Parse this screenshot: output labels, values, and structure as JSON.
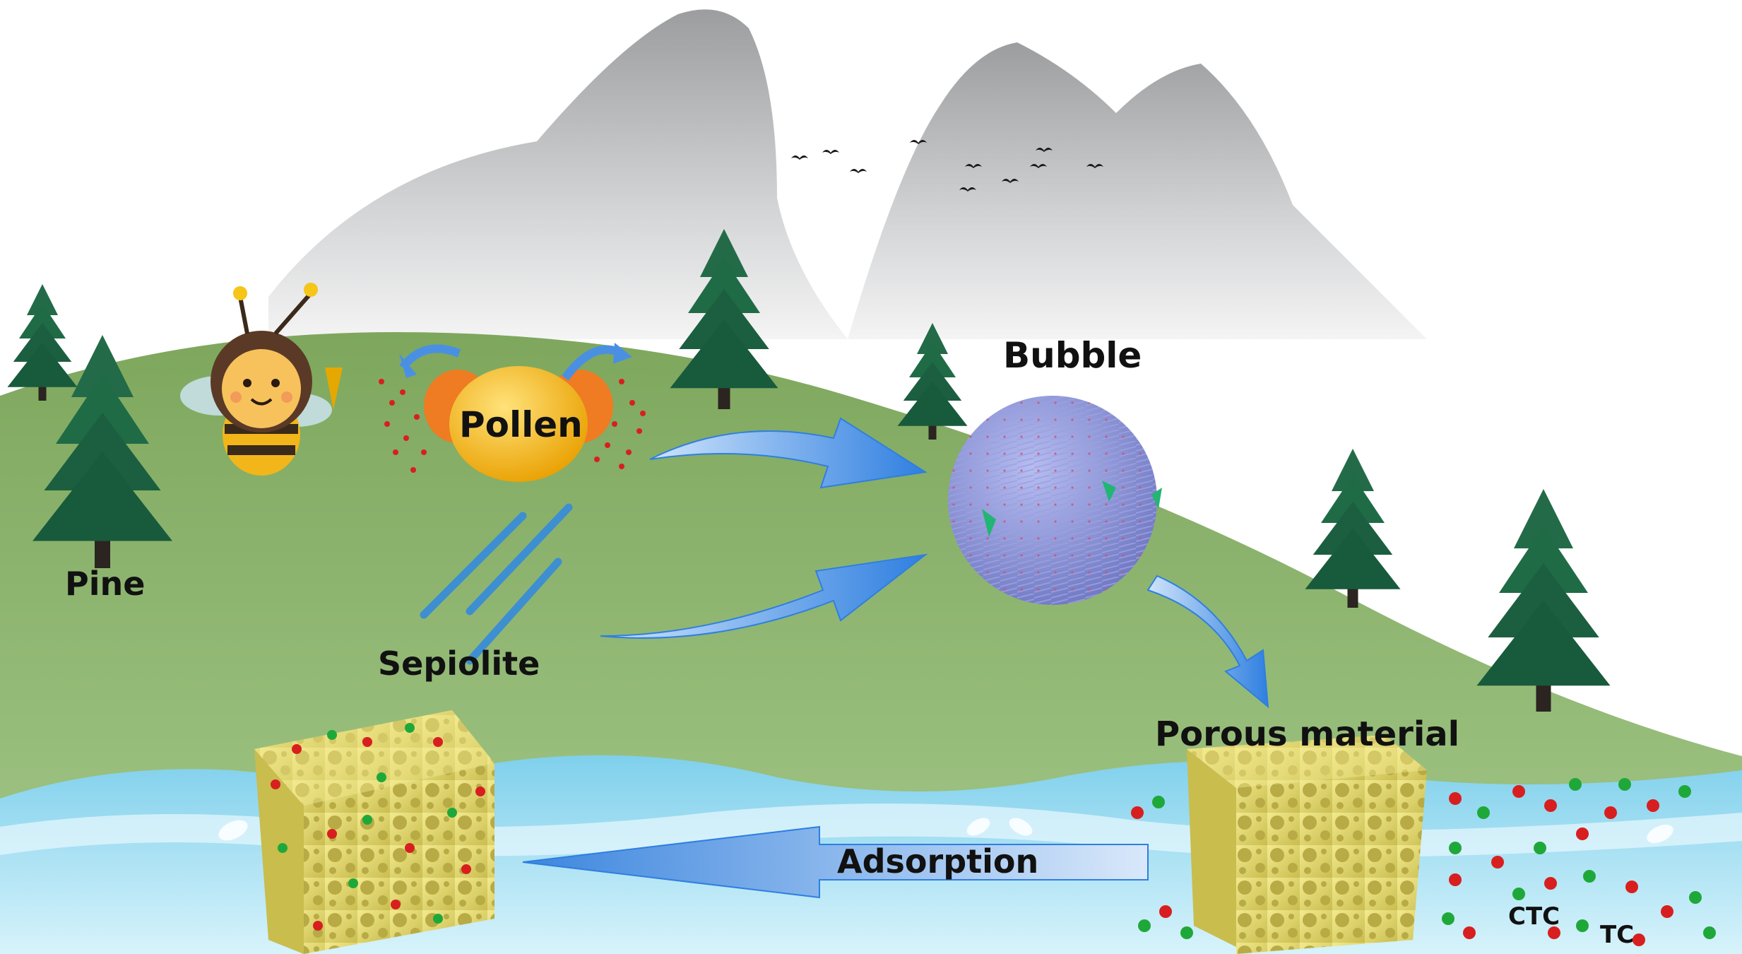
{
  "labels": {
    "pine": "Pine",
    "pollen": "Pollen",
    "sepiolite": "Sepiolite",
    "bubble": "Bubble",
    "porous_material": "Porous material",
    "adsorption": "Adsorption",
    "ctc": "CTC",
    "tc": "TC"
  },
  "colors": {
    "hill": "#8fb36b",
    "mountain": "#b9babc",
    "water": "#bfe9f7",
    "arrow": "#4a90e2",
    "tree": "#1f6b46",
    "pollen": "#f5b400",
    "bubble": "#8b93d6",
    "porous": "#e6dc74",
    "ctc_dot": "#d81f1f",
    "tc_dot": "#1fa83a"
  },
  "icons": [
    "bee-icon",
    "bird-icon",
    "pine-tree-icon"
  ]
}
